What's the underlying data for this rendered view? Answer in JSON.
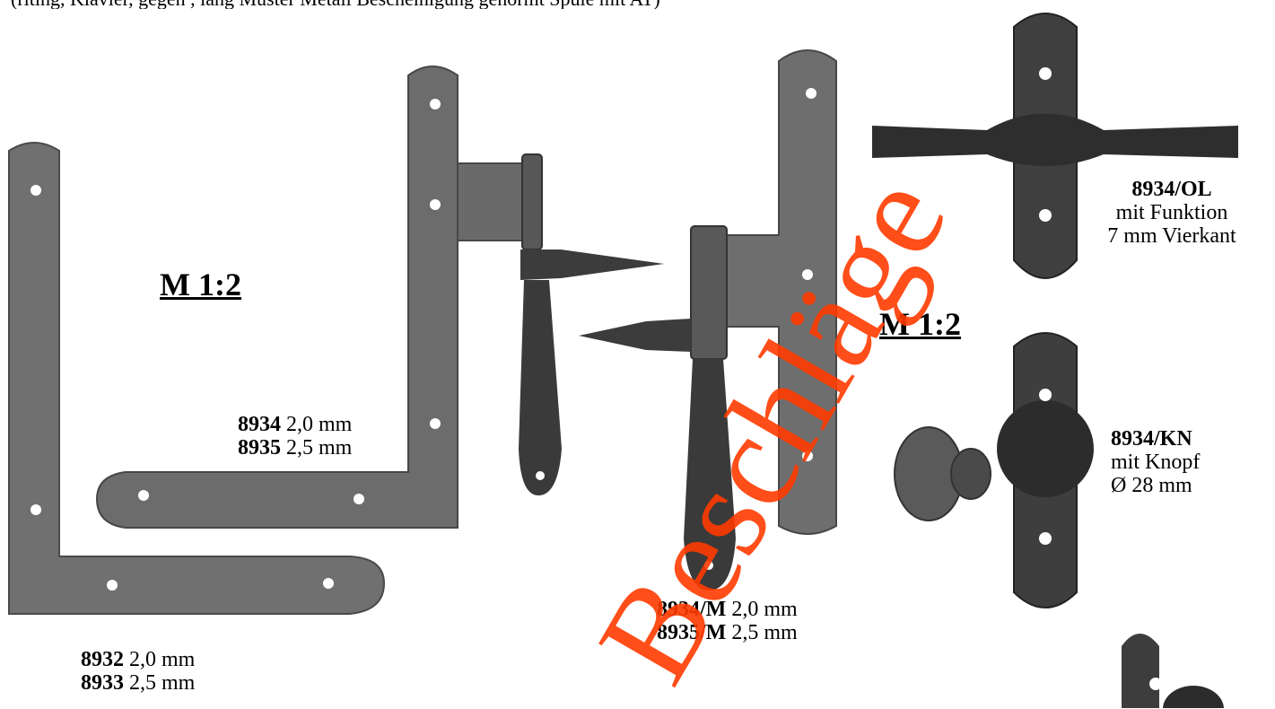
{
  "header_fragment": "(riting, Klavier, gegen , lang Muster Metall Bescheinigung genormt Spule mit AT)",
  "scales": {
    "left": "M 1:2",
    "right": "M 1:2"
  },
  "products": {
    "angle_hinge": {
      "code1": "8932",
      "spec1": "2,0 mm",
      "code2": "8933",
      "spec2": "2,5 mm"
    },
    "t_hinge": {
      "code1": "8934",
      "spec1": "2,0 mm",
      "code2": "8935",
      "spec2": "2,5 mm"
    },
    "t_hinge_m": {
      "code1": "8934/M",
      "spec1": "2,0 mm",
      "code2": "8935/M",
      "spec2": "2,5 mm"
    },
    "olive": {
      "code": "8934/OL",
      "line1": "mit Funktion",
      "line2": "7 mm Vierkant"
    },
    "knob": {
      "code": "8934/KN",
      "line1": "mit Knopf",
      "line2": "Ø 28 mm"
    }
  },
  "watermark": "Beschläge",
  "colors": {
    "metal": "#6e6e6e",
    "metal_dark": "#3a3a3a",
    "watermark": "#ff3b00"
  }
}
